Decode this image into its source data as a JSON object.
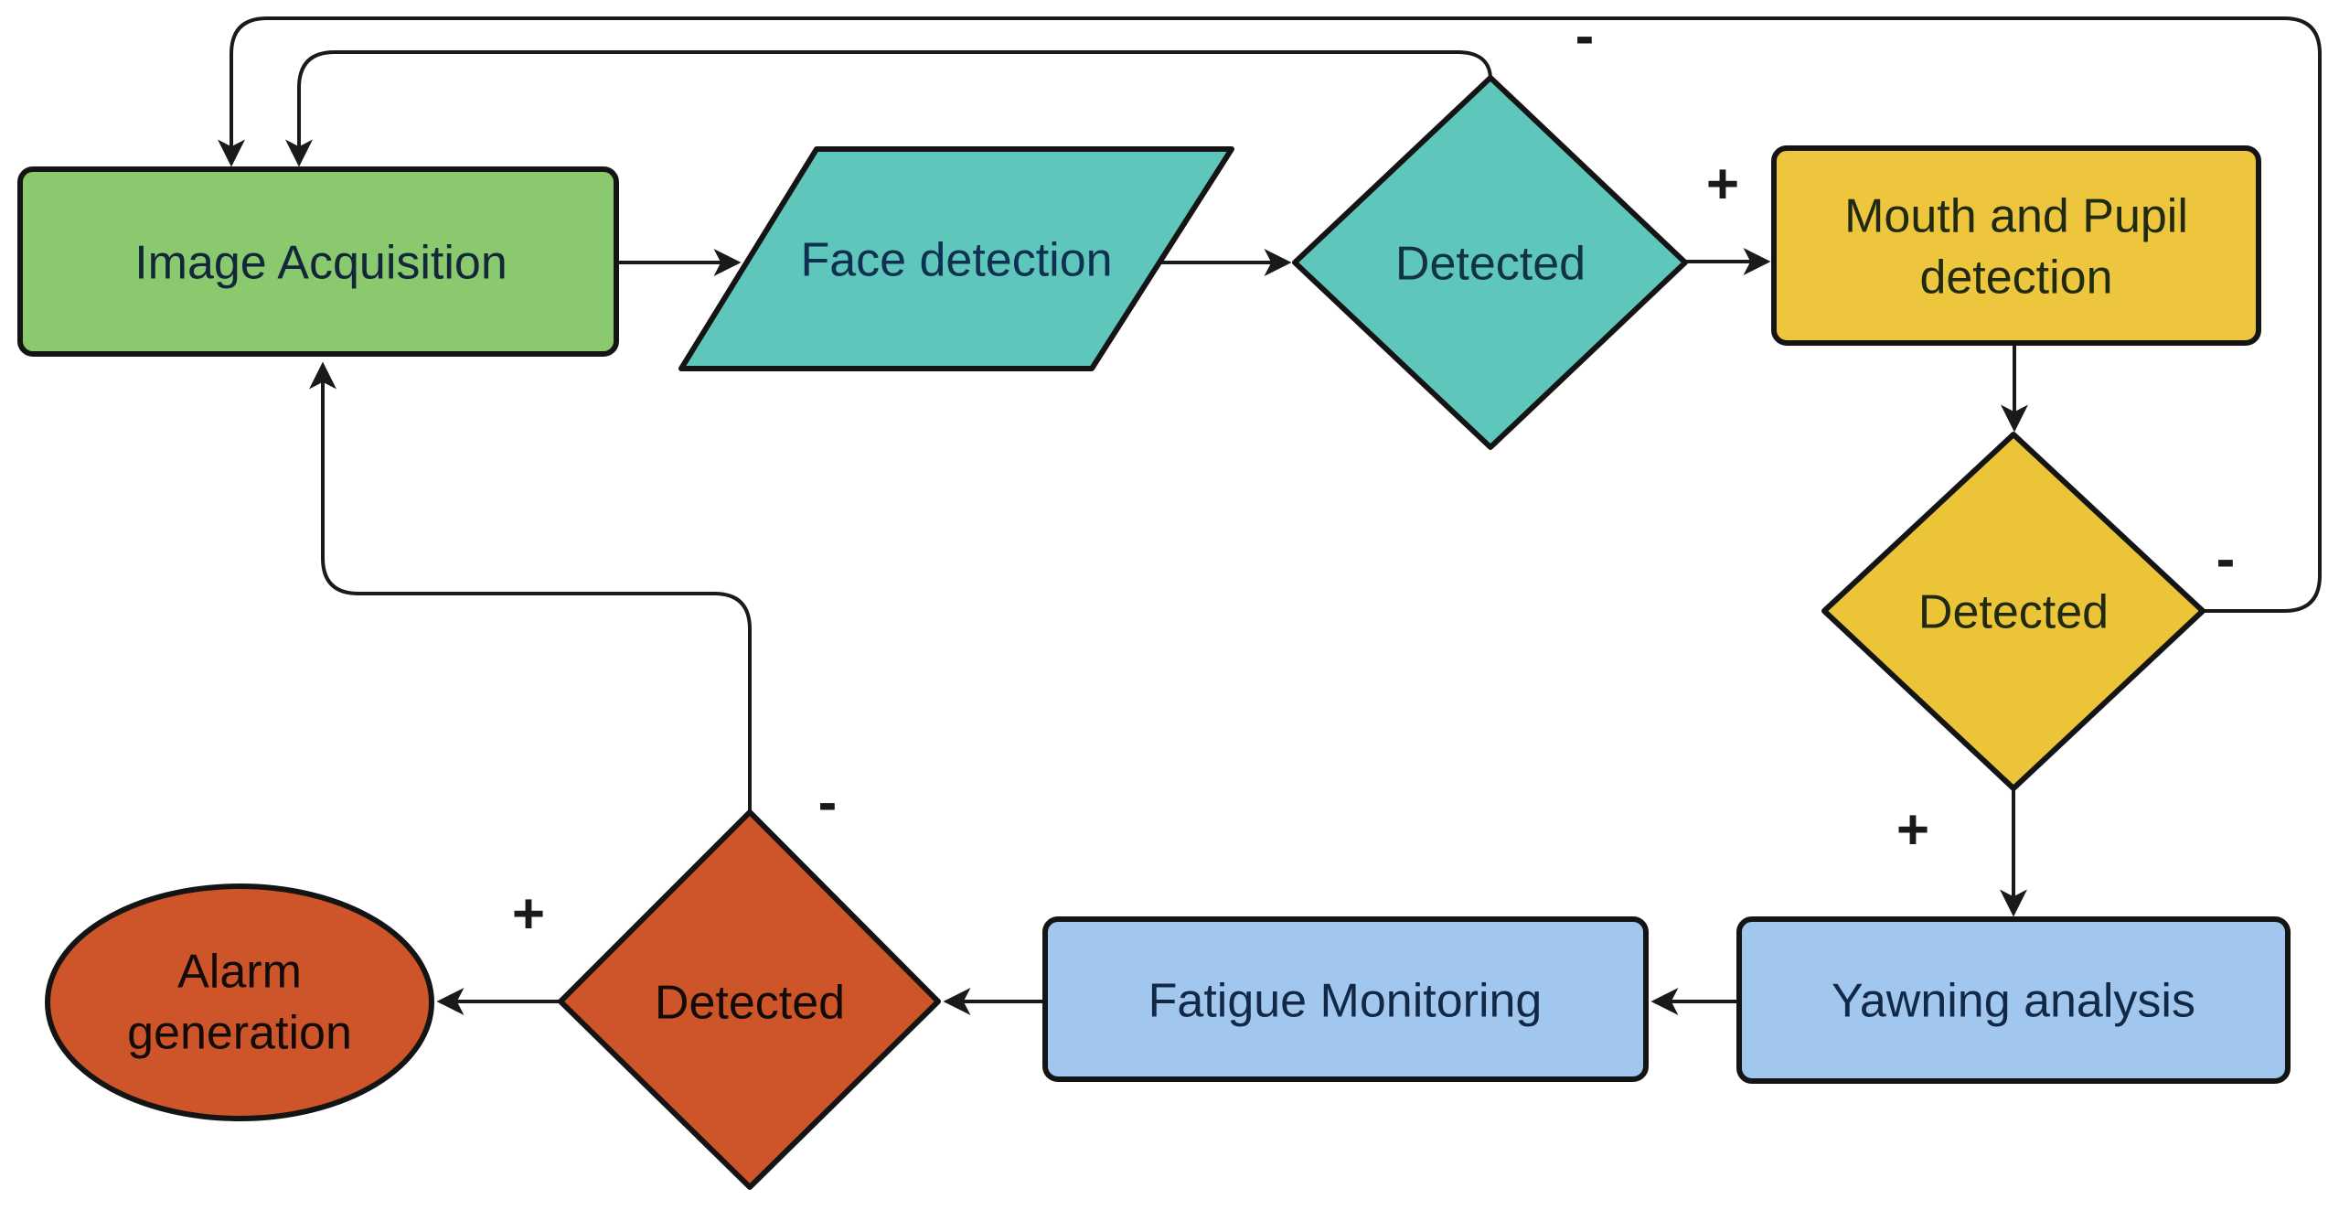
{
  "diagram": {
    "background": "#ffffff",
    "line_color": "#1a1a1a",
    "sign_color": "#1a1a1a",
    "nodes": [
      {
        "id": "image-acquisition",
        "label": "Image Acquisition",
        "shape": "rectangle",
        "fill": "#8bc96f",
        "text_color": "#12283a"
      },
      {
        "id": "face-detection",
        "label": "Face detection",
        "shape": "parallelogram",
        "fill": "#5ec6ba",
        "text_color": "#0f3050"
      },
      {
        "id": "face-detected",
        "label": "Detected",
        "shape": "diamond",
        "fill": "#5ec6ba",
        "text_color": "#123245"
      },
      {
        "id": "mouth-pupil-detection",
        "label": "Mouth and Pupil detection",
        "shape": "rectangle",
        "fill": "#edc63d",
        "text_color": "#202a10"
      },
      {
        "id": "mouth-pupil-detected",
        "label": "Detected",
        "shape": "diamond",
        "fill": "#ecc438",
        "text_color": "#202a10"
      },
      {
        "id": "yawning-analysis",
        "label": "Yawning analysis",
        "shape": "rectangle",
        "fill": "#a2c7ee",
        "text_color": "#112946"
      },
      {
        "id": "fatigue-monitoring",
        "label": "Fatigue Monitoring",
        "shape": "rectangle",
        "fill": "#a2c7ee",
        "text_color": "#112946"
      },
      {
        "id": "fatigue-detected",
        "label": "Detected",
        "shape": "diamond",
        "fill": "#cd5529",
        "text_color": "#120b07"
      },
      {
        "id": "alarm-generation",
        "label": "Alarm generation",
        "shape": "ellipse",
        "fill": "#cd5529",
        "text_color": "#120b07"
      }
    ],
    "edges": [
      {
        "from": "image-acquisition",
        "to": "face-detection",
        "label": ""
      },
      {
        "from": "face-detection",
        "to": "face-detected",
        "label": ""
      },
      {
        "from": "face-detected",
        "to": "mouth-pupil-detection",
        "label": "+"
      },
      {
        "from": "face-detected",
        "to": "image-acquisition",
        "label": "-"
      },
      {
        "from": "mouth-pupil-detection",
        "to": "mouth-pupil-detected",
        "label": ""
      },
      {
        "from": "mouth-pupil-detected",
        "to": "yawning-analysis",
        "label": "+"
      },
      {
        "from": "mouth-pupil-detected",
        "to": "image-acquisition",
        "label": "-"
      },
      {
        "from": "yawning-analysis",
        "to": "fatigue-monitoring",
        "label": ""
      },
      {
        "from": "fatigue-monitoring",
        "to": "fatigue-detected",
        "label": ""
      },
      {
        "from": "fatigue-detected",
        "to": "alarm-generation",
        "label": "+"
      },
      {
        "from": "fatigue-detected",
        "to": "image-acquisition",
        "label": "-"
      }
    ]
  }
}
